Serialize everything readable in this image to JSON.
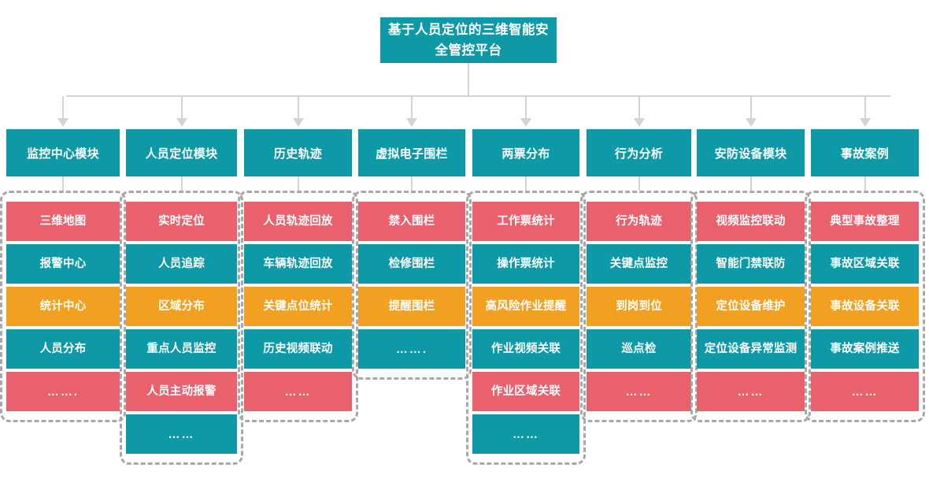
{
  "colors": {
    "teal": "#0e99a7",
    "red": "#e8616d",
    "orange": "#f2a022",
    "connector": "#d4d4d4",
    "group_border": "#a8a8a8",
    "text": "#ffffff",
    "background": "#ffffff"
  },
  "root": {
    "title": "基于人员定位的三维智能安全管控平台",
    "color": "teal"
  },
  "modules": [
    {
      "id": "monitor-center",
      "header": "监控中心模块",
      "items": [
        {
          "label": "三维地图",
          "color": "red"
        },
        {
          "label": "报警中心",
          "color": "teal"
        },
        {
          "label": "统计中心",
          "color": "orange"
        },
        {
          "label": "人员分布",
          "color": "teal"
        },
        {
          "label": "…….",
          "color": "red"
        }
      ]
    },
    {
      "id": "personnel-positioning",
      "header": "人员定位模块",
      "items": [
        {
          "label": "实时定位",
          "color": "red"
        },
        {
          "label": "人员追踪",
          "color": "teal"
        },
        {
          "label": "区域分布",
          "color": "orange"
        },
        {
          "label": "重点人员监控",
          "color": "teal"
        },
        {
          "label": "人员主动报警",
          "color": "red"
        },
        {
          "label": "……",
          "color": "teal"
        }
      ]
    },
    {
      "id": "history-track",
      "header": "历史轨迹",
      "items": [
        {
          "label": "人员轨迹回放",
          "color": "red"
        },
        {
          "label": "车辆轨迹回放",
          "color": "teal"
        },
        {
          "label": "关键点位统计",
          "color": "orange"
        },
        {
          "label": "历史视频联动",
          "color": "teal"
        },
        {
          "label": "……",
          "color": "red"
        }
      ]
    },
    {
      "id": "virtual-fence",
      "header": "虚拟电子围栏",
      "items": [
        {
          "label": "禁入围栏",
          "color": "red"
        },
        {
          "label": "检修围栏",
          "color": "teal"
        },
        {
          "label": "提醒围栏",
          "color": "orange"
        },
        {
          "label": "…….",
          "color": "teal"
        }
      ]
    },
    {
      "id": "two-tickets",
      "header": "两票分布",
      "items": [
        {
          "label": "工作票统计",
          "color": "red"
        },
        {
          "label": "操作票统计",
          "color": "teal"
        },
        {
          "label": "高风险作业提醒",
          "color": "orange"
        },
        {
          "label": "作业视频关联",
          "color": "teal"
        },
        {
          "label": "作业区域关联",
          "color": "red"
        },
        {
          "label": "……",
          "color": "teal"
        }
      ]
    },
    {
      "id": "behavior-analysis",
      "header": "行为分析",
      "items": [
        {
          "label": "行为轨迹",
          "color": "red"
        },
        {
          "label": "关键点监控",
          "color": "teal"
        },
        {
          "label": "到岗到位",
          "color": "orange"
        },
        {
          "label": "巡点检",
          "color": "teal"
        },
        {
          "label": "……",
          "color": "red"
        }
      ]
    },
    {
      "id": "security-device",
      "header": "安防设备模块",
      "items": [
        {
          "label": "视频监控联动",
          "color": "red"
        },
        {
          "label": "智能门禁联防",
          "color": "teal"
        },
        {
          "label": "定位设备维护",
          "color": "orange"
        },
        {
          "label": "定位设备异常监测",
          "color": "teal"
        },
        {
          "label": "……",
          "color": "red"
        }
      ]
    },
    {
      "id": "accident-case",
      "header": "事故案例",
      "items": [
        {
          "label": "典型事故整理",
          "color": "red"
        },
        {
          "label": "事故区域关联",
          "color": "teal"
        },
        {
          "label": "事故设备关联",
          "color": "orange"
        },
        {
          "label": "事故案例推送",
          "color": "teal"
        },
        {
          "label": "……",
          "color": "red"
        }
      ]
    }
  ]
}
